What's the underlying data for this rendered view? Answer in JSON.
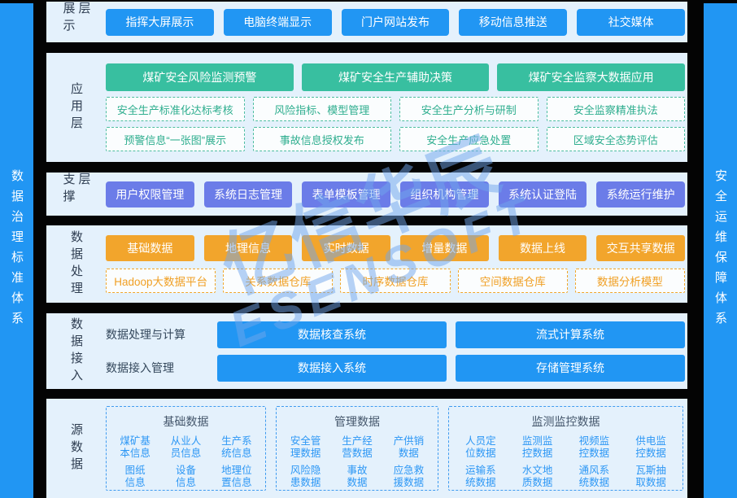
{
  "colors": {
    "accent_blue": "#2196F3",
    "teal_green": "#38BFA0",
    "purple": "#6B7CE8",
    "orange": "#F2A52C",
    "row_background": "#E4F1FC"
  },
  "sidebar_left": {
    "label": "数据治理标准体系"
  },
  "sidebar_right": {
    "label": "安全运维保障体系"
  },
  "watermark": {
    "line1": "亿信华辰",
    "line2": "ESENSOFT"
  },
  "presentation": {
    "label": "展示层",
    "buttons": [
      "指挥大屏展示",
      "电脑终端显示",
      "门户网站发布",
      "移动信息推送",
      "社交媒体"
    ]
  },
  "application": {
    "label": "应用层",
    "primary": [
      "煤矿安全风险监测预警",
      "煤矿安全生产辅助决策",
      "煤矿安全监察大数据应用"
    ],
    "row1": [
      "安全生产标准化达标考核",
      "风险指标、模型管理",
      "安全生产分析与研制",
      "安全监察精准执法"
    ],
    "row2": [
      "预警信息“一张图”展示",
      "事故信息授权发布",
      "安全生产应急处置",
      "区域安全态势评估"
    ]
  },
  "support": {
    "label": "支撑层",
    "buttons": [
      "用户权限管理",
      "系统日志管理",
      "表单模板管理",
      "组织机构管理",
      "系统认证登陆",
      "系统运行维护"
    ]
  },
  "processing": {
    "label": "数据处理",
    "solid": [
      "基础数据",
      "地理信息",
      "实时数据",
      "增量数据",
      "数据上线",
      "交互共享数据"
    ],
    "dashed": [
      "Hadoop大数据平台",
      "关系数据仓库",
      "时序数据仓库",
      "空间数据仓库",
      "数据分析模型"
    ]
  },
  "access": {
    "label": "数据接入",
    "rows": [
      {
        "label": "数据处理与计算",
        "buttons": [
          "数据核查系统",
          "流式计算系统"
        ]
      },
      {
        "label": "数据接入管理",
        "buttons": [
          "数据接入系统",
          "存储管理系统"
        ]
      }
    ]
  },
  "source": {
    "label": "源数据",
    "groups": [
      {
        "title": "基础数据",
        "items": [
          "煤矿基\n本信息",
          "从业人\n员信息",
          "生产系\n统信息",
          "图纸\n信息",
          "设备\n信息",
          "地理位\n置信息"
        ]
      },
      {
        "title": "管理数据",
        "items": [
          "安全管\n理数据",
          "生产经\n营数据",
          "产供销\n数据",
          "风险隐\n患数据",
          "事故\n数据",
          "应急救\n援数据"
        ]
      },
      {
        "title": "监测监控数据",
        "items": [
          "人员定\n位数据",
          "监测监\n控数据",
          "视频监\n控数据",
          "供电监\n控数据",
          "运输系\n统数据",
          "水文地\n质数据",
          "通风系\n统数据",
          "瓦斯抽\n取数据"
        ]
      }
    ]
  }
}
